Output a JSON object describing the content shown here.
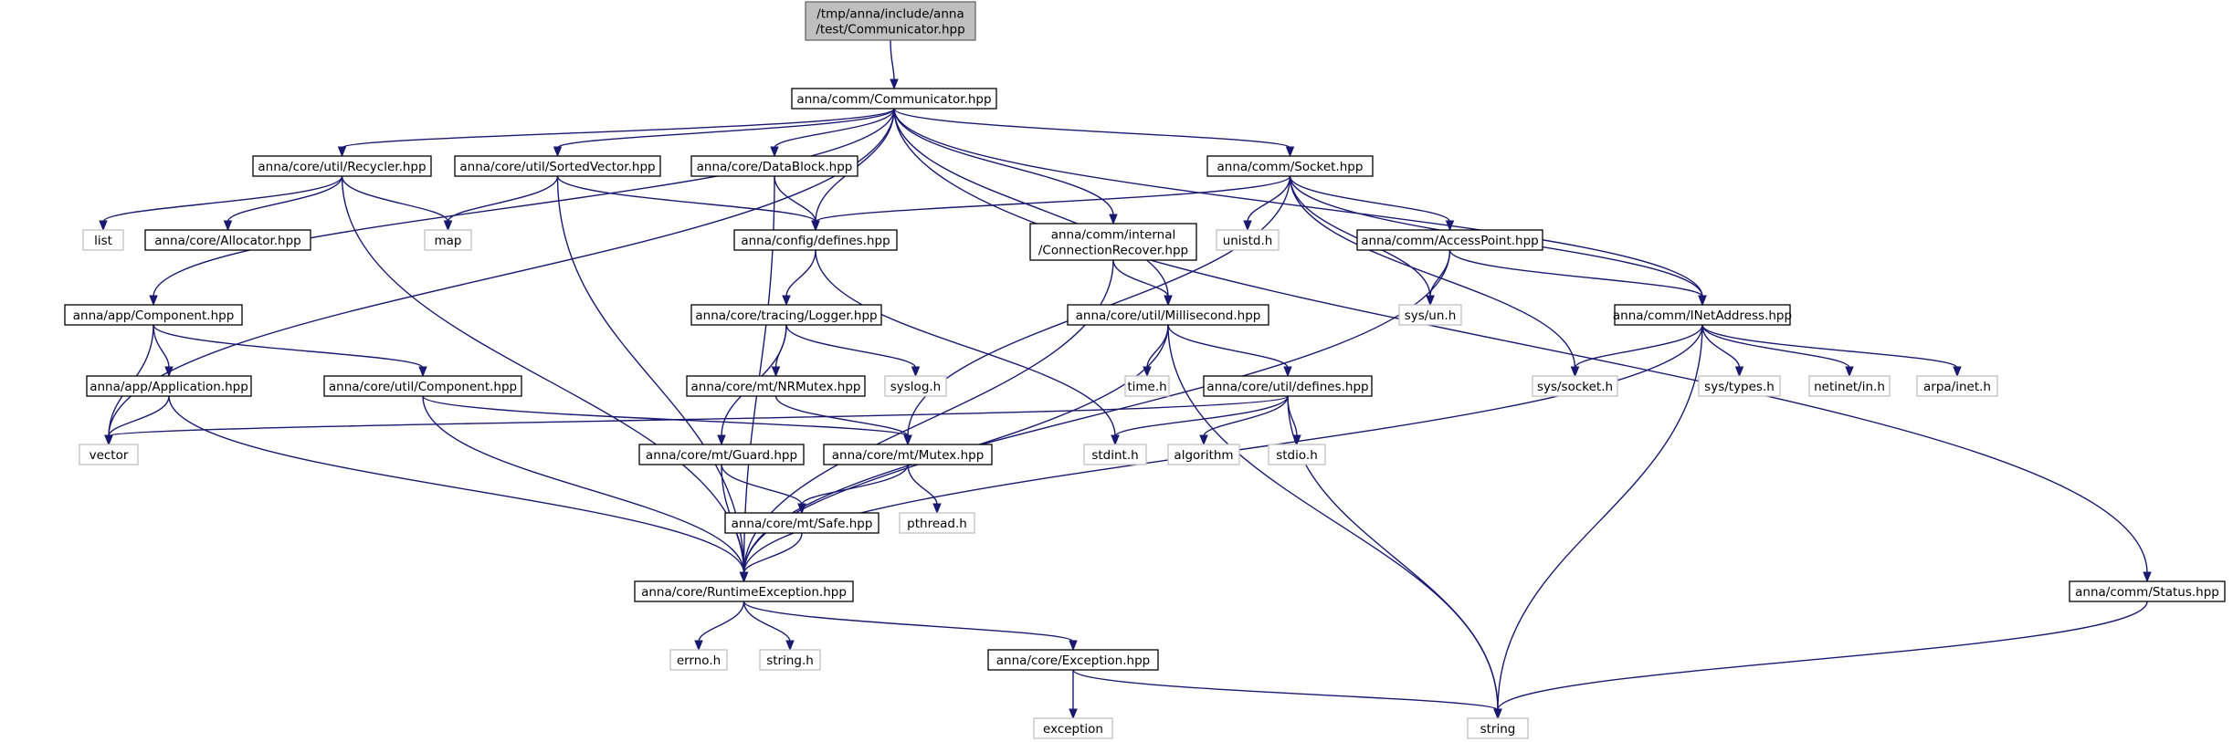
{
  "diagram": {
    "type": "include-dependency-graph",
    "colors": {
      "edge": "#191970",
      "root_fill": "#bfbfbf",
      "ext_stroke": "#bfbfbf",
      "box_stroke": "#000000"
    },
    "nodes": [
      {
        "id": "root",
        "lines": [
          "/tmp/anna/include/anna",
          "/test/Communicator.hpp"
        ],
        "kind": "root"
      },
      {
        "id": "comm",
        "lines": [
          "anna/comm/Communicator.hpp"
        ],
        "kind": "file"
      },
      {
        "id": "recycler",
        "lines": [
          "anna/core/util/Recycler.hpp"
        ],
        "kind": "file"
      },
      {
        "id": "sortedvec",
        "lines": [
          "anna/core/util/SortedVector.hpp"
        ],
        "kind": "file"
      },
      {
        "id": "datablock",
        "lines": [
          "anna/core/DataBlock.hpp"
        ],
        "kind": "file"
      },
      {
        "id": "socket",
        "lines": [
          "anna/comm/Socket.hpp"
        ],
        "kind": "file"
      },
      {
        "id": "list",
        "lines": [
          "list"
        ],
        "kind": "ext"
      },
      {
        "id": "allocator",
        "lines": [
          "anna/core/Allocator.hpp"
        ],
        "kind": "file"
      },
      {
        "id": "map",
        "lines": [
          "map"
        ],
        "kind": "ext"
      },
      {
        "id": "defines",
        "lines": [
          "anna/config/defines.hpp"
        ],
        "kind": "file"
      },
      {
        "id": "connrec",
        "lines": [
          "anna/comm/internal",
          "/ConnectionRecover.hpp"
        ],
        "kind": "file"
      },
      {
        "id": "unistd",
        "lines": [
          "unistd.h"
        ],
        "kind": "ext"
      },
      {
        "id": "accesspoint",
        "lines": [
          "anna/comm/AccessPoint.hpp"
        ],
        "kind": "file"
      },
      {
        "id": "appcomp",
        "lines": [
          "anna/app/Component.hpp"
        ],
        "kind": "file"
      },
      {
        "id": "logger",
        "lines": [
          "anna/core/tracing/Logger.hpp"
        ],
        "kind": "file"
      },
      {
        "id": "millisecond",
        "lines": [
          "anna/core/util/Millisecond.hpp"
        ],
        "kind": "file"
      },
      {
        "id": "sysun",
        "lines": [
          "sys/un.h"
        ],
        "kind": "ext"
      },
      {
        "id": "inetaddr",
        "lines": [
          "anna/comm/INetAddress.hpp"
        ],
        "kind": "file"
      },
      {
        "id": "application",
        "lines": [
          "anna/app/Application.hpp"
        ],
        "kind": "file"
      },
      {
        "id": "utilcomp",
        "lines": [
          "anna/core/util/Component.hpp"
        ],
        "kind": "file"
      },
      {
        "id": "nrmutex",
        "lines": [
          "anna/core/mt/NRMutex.hpp"
        ],
        "kind": "file"
      },
      {
        "id": "syslog",
        "lines": [
          "syslog.h"
        ],
        "kind": "ext"
      },
      {
        "id": "timeh",
        "lines": [
          "time.h"
        ],
        "kind": "ext"
      },
      {
        "id": "utildefines",
        "lines": [
          "anna/core/util/defines.hpp"
        ],
        "kind": "file"
      },
      {
        "id": "syssocket",
        "lines": [
          "sys/socket.h"
        ],
        "kind": "ext"
      },
      {
        "id": "systypes",
        "lines": [
          "sys/types.h"
        ],
        "kind": "ext"
      },
      {
        "id": "netinet",
        "lines": [
          "netinet/in.h"
        ],
        "kind": "ext"
      },
      {
        "id": "arpa",
        "lines": [
          "arpa/inet.h"
        ],
        "kind": "ext"
      },
      {
        "id": "vector",
        "lines": [
          "vector"
        ],
        "kind": "ext"
      },
      {
        "id": "guard",
        "lines": [
          "anna/core/mt/Guard.hpp"
        ],
        "kind": "file"
      },
      {
        "id": "mutex",
        "lines": [
          "anna/core/mt/Mutex.hpp"
        ],
        "kind": "file"
      },
      {
        "id": "stdint",
        "lines": [
          "stdint.h"
        ],
        "kind": "ext"
      },
      {
        "id": "algorithm",
        "lines": [
          "algorithm"
        ],
        "kind": "ext"
      },
      {
        "id": "stdio",
        "lines": [
          "stdio.h"
        ],
        "kind": "ext"
      },
      {
        "id": "safe",
        "lines": [
          "anna/core/mt/Safe.hpp"
        ],
        "kind": "file"
      },
      {
        "id": "pthread",
        "lines": [
          "pthread.h"
        ],
        "kind": "ext"
      },
      {
        "id": "runtimeexc",
        "lines": [
          "anna/core/RuntimeException.hpp"
        ],
        "kind": "file"
      },
      {
        "id": "status",
        "lines": [
          "anna/comm/Status.hpp"
        ],
        "kind": "file"
      },
      {
        "id": "errno",
        "lines": [
          "errno.h"
        ],
        "kind": "ext"
      },
      {
        "id": "stringh",
        "lines": [
          "string.h"
        ],
        "kind": "ext"
      },
      {
        "id": "exception_hpp",
        "lines": [
          "anna/core/Exception.hpp"
        ],
        "kind": "file"
      },
      {
        "id": "exception",
        "lines": [
          "exception"
        ],
        "kind": "ext"
      },
      {
        "id": "string",
        "lines": [
          "string"
        ],
        "kind": "ext"
      }
    ],
    "edges": [
      [
        "root",
        "comm"
      ],
      [
        "comm",
        "recycler"
      ],
      [
        "comm",
        "sortedvec"
      ],
      [
        "comm",
        "datablock"
      ],
      [
        "comm",
        "socket"
      ],
      [
        "comm",
        "defines"
      ],
      [
        "comm",
        "connrec"
      ],
      [
        "comm",
        "millisecond"
      ],
      [
        "comm",
        "inetaddr"
      ],
      [
        "comm",
        "appcomp"
      ],
      [
        "comm",
        "vector"
      ],
      [
        "comm",
        "status"
      ],
      [
        "recycler",
        "list"
      ],
      [
        "recycler",
        "allocator"
      ],
      [
        "recycler",
        "map"
      ],
      [
        "recycler",
        "runtimeexc"
      ],
      [
        "sortedvec",
        "map"
      ],
      [
        "sortedvec",
        "defines"
      ],
      [
        "sortedvec",
        "runtimeexc"
      ],
      [
        "datablock",
        "defines"
      ],
      [
        "datablock",
        "runtimeexc"
      ],
      [
        "socket",
        "defines"
      ],
      [
        "socket",
        "unistd"
      ],
      [
        "socket",
        "accesspoint"
      ],
      [
        "socket",
        "sysun"
      ],
      [
        "socket",
        "inetaddr"
      ],
      [
        "socket",
        "syssocket"
      ],
      [
        "socket",
        "mutex"
      ],
      [
        "defines",
        "logger"
      ],
      [
        "defines",
        "stdint"
      ],
      [
        "connrec",
        "millisecond"
      ],
      [
        "connrec",
        "runtimeexc"
      ],
      [
        "accesspoint",
        "sysun"
      ],
      [
        "accesspoint",
        "inetaddr"
      ],
      [
        "accesspoint",
        "runtimeexc"
      ],
      [
        "appcomp",
        "application"
      ],
      [
        "appcomp",
        "utilcomp"
      ],
      [
        "appcomp",
        "vector"
      ],
      [
        "logger",
        "nrmutex"
      ],
      [
        "logger",
        "syslog"
      ],
      [
        "logger",
        "guard"
      ],
      [
        "millisecond",
        "timeh"
      ],
      [
        "millisecond",
        "utildefines"
      ],
      [
        "millisecond",
        "string"
      ],
      [
        "millisecond",
        "runtimeexc"
      ],
      [
        "inetaddr",
        "syssocket"
      ],
      [
        "inetaddr",
        "systypes"
      ],
      [
        "inetaddr",
        "netinet"
      ],
      [
        "inetaddr",
        "arpa"
      ],
      [
        "inetaddr",
        "string"
      ],
      [
        "inetaddr",
        "runtimeexc"
      ],
      [
        "application",
        "vector"
      ],
      [
        "application",
        "runtimeexc"
      ],
      [
        "utilcomp",
        "mutex"
      ],
      [
        "utilcomp",
        "runtimeexc"
      ],
      [
        "nrmutex",
        "mutex"
      ],
      [
        "utildefines",
        "vector"
      ],
      [
        "utildefines",
        "stdint"
      ],
      [
        "utildefines",
        "algorithm"
      ],
      [
        "utildefines",
        "stdio"
      ],
      [
        "utildefines",
        "string"
      ],
      [
        "guard",
        "safe"
      ],
      [
        "guard",
        "runtimeexc"
      ],
      [
        "mutex",
        "safe"
      ],
      [
        "mutex",
        "pthread"
      ],
      [
        "safe",
        "runtimeexc"
      ],
      [
        "runtimeexc",
        "errno"
      ],
      [
        "runtimeexc",
        "stringh"
      ],
      [
        "runtimeexc",
        "exception_hpp"
      ],
      [
        "exception_hpp",
        "exception"
      ],
      [
        "exception_hpp",
        "string"
      ],
      [
        "status",
        "string"
      ]
    ]
  }
}
